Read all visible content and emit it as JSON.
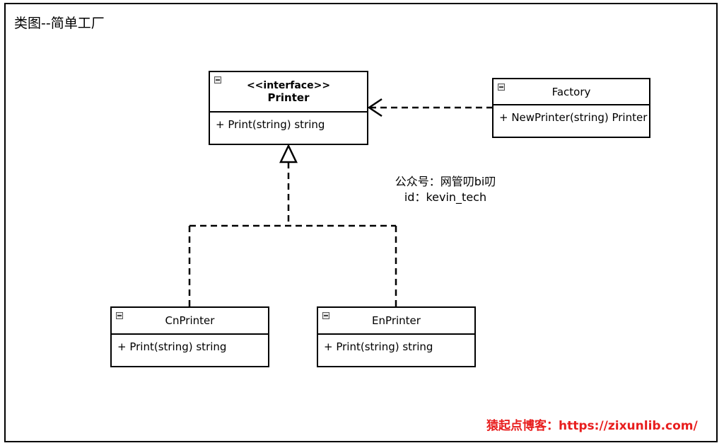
{
  "diagram": {
    "title": "类图--简单工厂",
    "classes": {
      "printer": {
        "stereotype": "<<interface>>",
        "name": "Printer",
        "methods": [
          "+ Print(string) string"
        ]
      },
      "factory": {
        "name": "Factory",
        "methods": [
          "+ NewPrinter(string) Printer"
        ]
      },
      "cn_printer": {
        "name": "CnPrinter",
        "methods": [
          "+ Print(string) string"
        ]
      },
      "en_printer": {
        "name": "EnPrinter",
        "methods": [
          "+ Print(string) string"
        ]
      }
    },
    "note": {
      "line1": "公众号：网管叨bi叨",
      "line2": "id：kevin_tech"
    },
    "watermark": "猿起点博客：https://zixunlib.com/"
  }
}
